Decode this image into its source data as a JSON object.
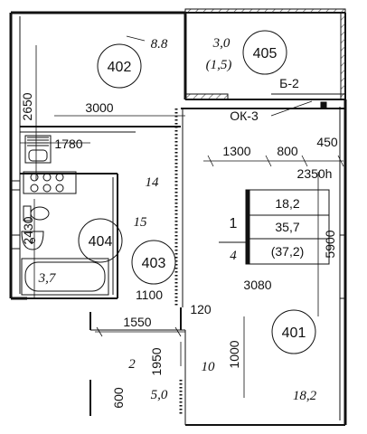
{
  "rooms": {
    "r402": {
      "number": "402",
      "area": "8.8"
    },
    "r405": {
      "number": "405",
      "area": "3,0",
      "area_reduced": "(1,5)"
    },
    "r404": {
      "number": "404",
      "area": "3,7"
    },
    "r403": {
      "number": "403"
    },
    "r401": {
      "number": "401",
      "area": "18,2"
    },
    "r2": {
      "area": "5,0"
    }
  },
  "labels": {
    "b2": "Б-2",
    "ok3": "ОК-3",
    "n14": "14",
    "n15": "15",
    "n2": "2",
    "n10": "10"
  },
  "dimensions": {
    "d2650": "2650",
    "d3000": "3000",
    "d1780": "1780",
    "d1300": "1300",
    "d800": "800",
    "d450": "450",
    "d2350h": "2350h",
    "d2430": "2430",
    "d5900": "5900",
    "d3080": "3080",
    "d1100": "1100",
    "d120": "120",
    "d1550": "1550",
    "d1950": "1950",
    "d1000": "1000",
    "d600": "600"
  },
  "summary_table": {
    "apt_number": "1",
    "rooms_count": "4",
    "living_area": "18,2",
    "total_area": "35,7",
    "total_with_balcony": "(37,2)"
  }
}
